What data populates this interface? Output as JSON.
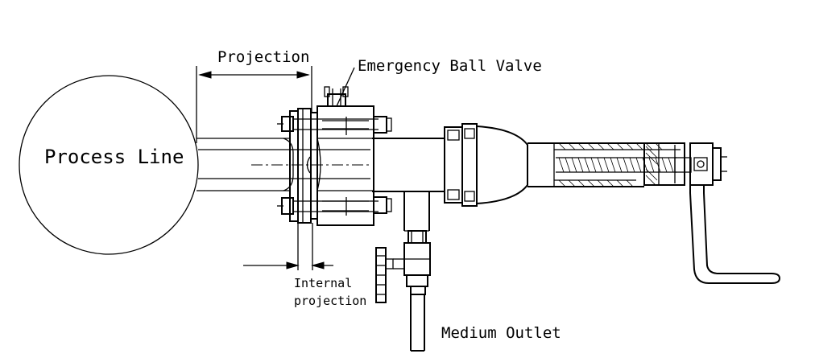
{
  "labels": {
    "process_line": "Process Line",
    "projection": "Projection",
    "emergency_ball_valve": "Emergency Ball Valve",
    "internal_projection_line1": "Internal",
    "internal_projection_line2": "projection",
    "medium_outlet": "Medium Outlet"
  }
}
